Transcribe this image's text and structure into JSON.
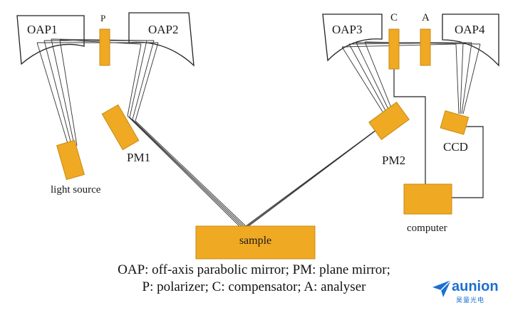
{
  "labels": {
    "oap1": "OAP1",
    "oap2": "OAP2",
    "oap3": "OAP3",
    "oap4": "OAP4",
    "polarizer": "P",
    "compensator": "C",
    "analyser": "A",
    "pm1": "PM1",
    "pm2": "PM2",
    "light_source": "light source",
    "ccd": "CCD",
    "computer": "computer",
    "sample": "sample"
  },
  "caption": {
    "line1": "OAP: off-axis parabolic mirror; PM: plane mirror;",
    "line2": "P: polarizer; C: compensator; A: analyser"
  },
  "watermark": {
    "text": "aunion",
    "subtext": "昊量光电",
    "icon": "paper-plane-icon"
  },
  "colors": {
    "component_fill": "#f0a923",
    "component_stroke": "#c98a10",
    "line": "#222222",
    "watermark": "#1c6fd1"
  }
}
